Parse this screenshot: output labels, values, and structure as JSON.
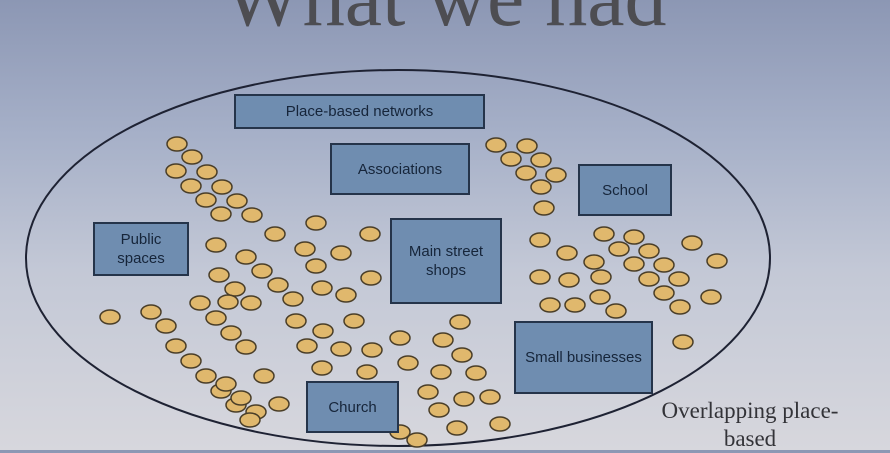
{
  "title": "What we had",
  "caption": "Overlapping place-based",
  "colors": {
    "dot_fill": "#e0b86d",
    "dot_stroke": "#4a3e28",
    "box_fill": "#6f8db0",
    "outline": "#1e2233"
  },
  "labels": {
    "place_based_networks": "Place-based networks",
    "associations": "Associations",
    "school": "School",
    "public_spaces": "Public spaces",
    "main_street_shops": "Main street shops",
    "small_businesses": "Small businesses",
    "church": "Church"
  }
}
